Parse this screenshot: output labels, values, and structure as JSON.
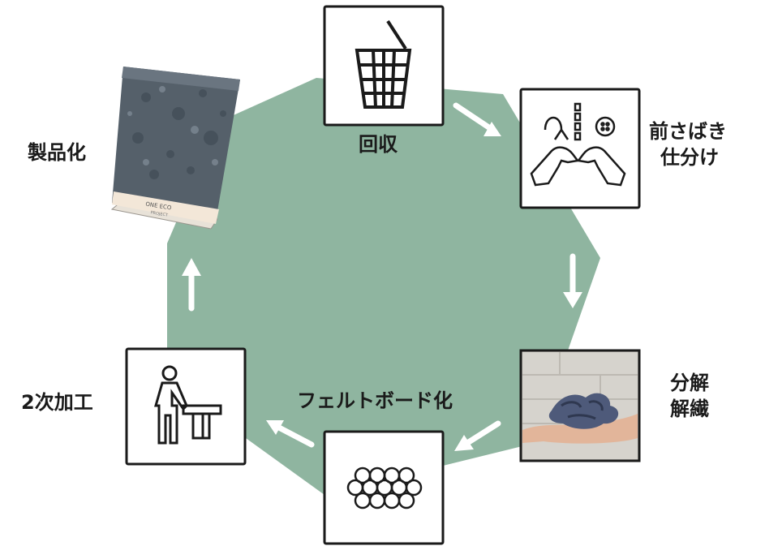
{
  "colors": {
    "hexagon": "#8fb5a0",
    "arrow": "#ffffff",
    "box_border": "#1a1a1a",
    "book_cover": "#55606a",
    "book_band": "#f3e7d8"
  },
  "steps": {
    "collection": {
      "label": "回収",
      "icon": "basket-icon"
    },
    "pre_sort": {
      "label_line1": "前さばき",
      "label_line2": "仕分け",
      "icon": "hands-sorting-icon"
    },
    "decompose": {
      "label_line1": "分解",
      "label_line2": "解繊",
      "icon": "shredded-fiber-in-hand-photo"
    },
    "felt_board": {
      "label": "フェルトボード化",
      "icon": "compressed-fiber-circles-icon"
    },
    "secondary": {
      "label": "2次加工",
      "icon": "worker-at-table-icon"
    },
    "product": {
      "label": "製品化",
      "icon": "book-product-photo"
    }
  },
  "book": {
    "title": "ONE ECO",
    "subtitle": "PROJECT"
  }
}
